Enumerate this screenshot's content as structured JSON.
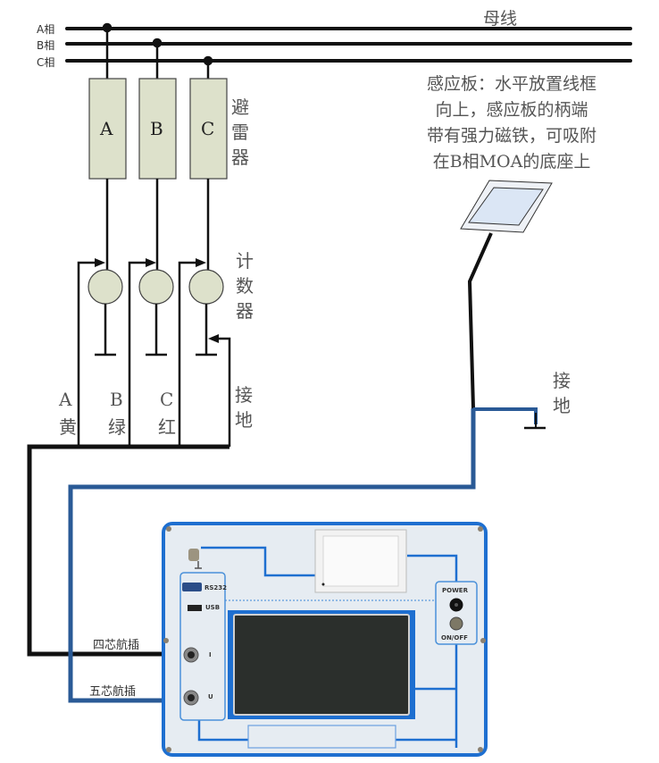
{
  "busbar": {
    "title": "母线",
    "phases": [
      "A相",
      "B相",
      "C相"
    ]
  },
  "arrester": {
    "label": "避雷器",
    "units": [
      "A",
      "B",
      "C"
    ],
    "fill_color": "#dde1cb"
  },
  "counter": {
    "label": "计数器"
  },
  "lead_labels": [
    {
      "letter": "A",
      "color_name": "黄"
    },
    {
      "letter": "B",
      "color_name": "绿"
    },
    {
      "letter": "C",
      "color_name": "红"
    }
  ],
  "ground_labels": {
    "left": "接地",
    "right": "接地"
  },
  "sensor_plate": {
    "note_lines": [
      "感应板：水平放置线框",
      "向上，感应板的柄端",
      "带有强力磁铁，可吸附",
      "在B相MOA的底座上"
    ]
  },
  "cables": {
    "four_core": "四芯航插",
    "five_core": "五芯航插",
    "black_color": "#111111",
    "blue_color": "#2a5a96"
  },
  "instrument": {
    "ports": {
      "rs232": "RS232",
      "usb": "USB",
      "current": "I",
      "voltage": "U"
    },
    "power_label": "POWER",
    "onoff_label": "ON/OFF",
    "panel_color": "#e6ecf2",
    "accent_color": "#1e6fd0"
  }
}
